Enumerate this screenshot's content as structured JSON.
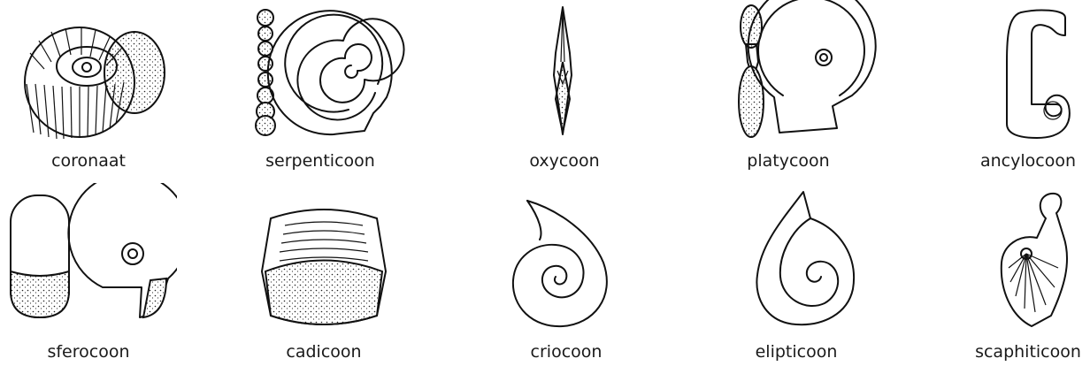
{
  "figures": [
    {
      "label": "coronaat"
    },
    {
      "label": "serpenticoon"
    },
    {
      "label": "oxycoon"
    },
    {
      "label": "platycoon"
    },
    {
      "label": "ancylocoon"
    },
    {
      "label": "sferocoon"
    },
    {
      "label": "cadicoon"
    },
    {
      "label": "criocoon"
    },
    {
      "label": "elipticoon"
    },
    {
      "label": "scaphiticoon"
    }
  ]
}
